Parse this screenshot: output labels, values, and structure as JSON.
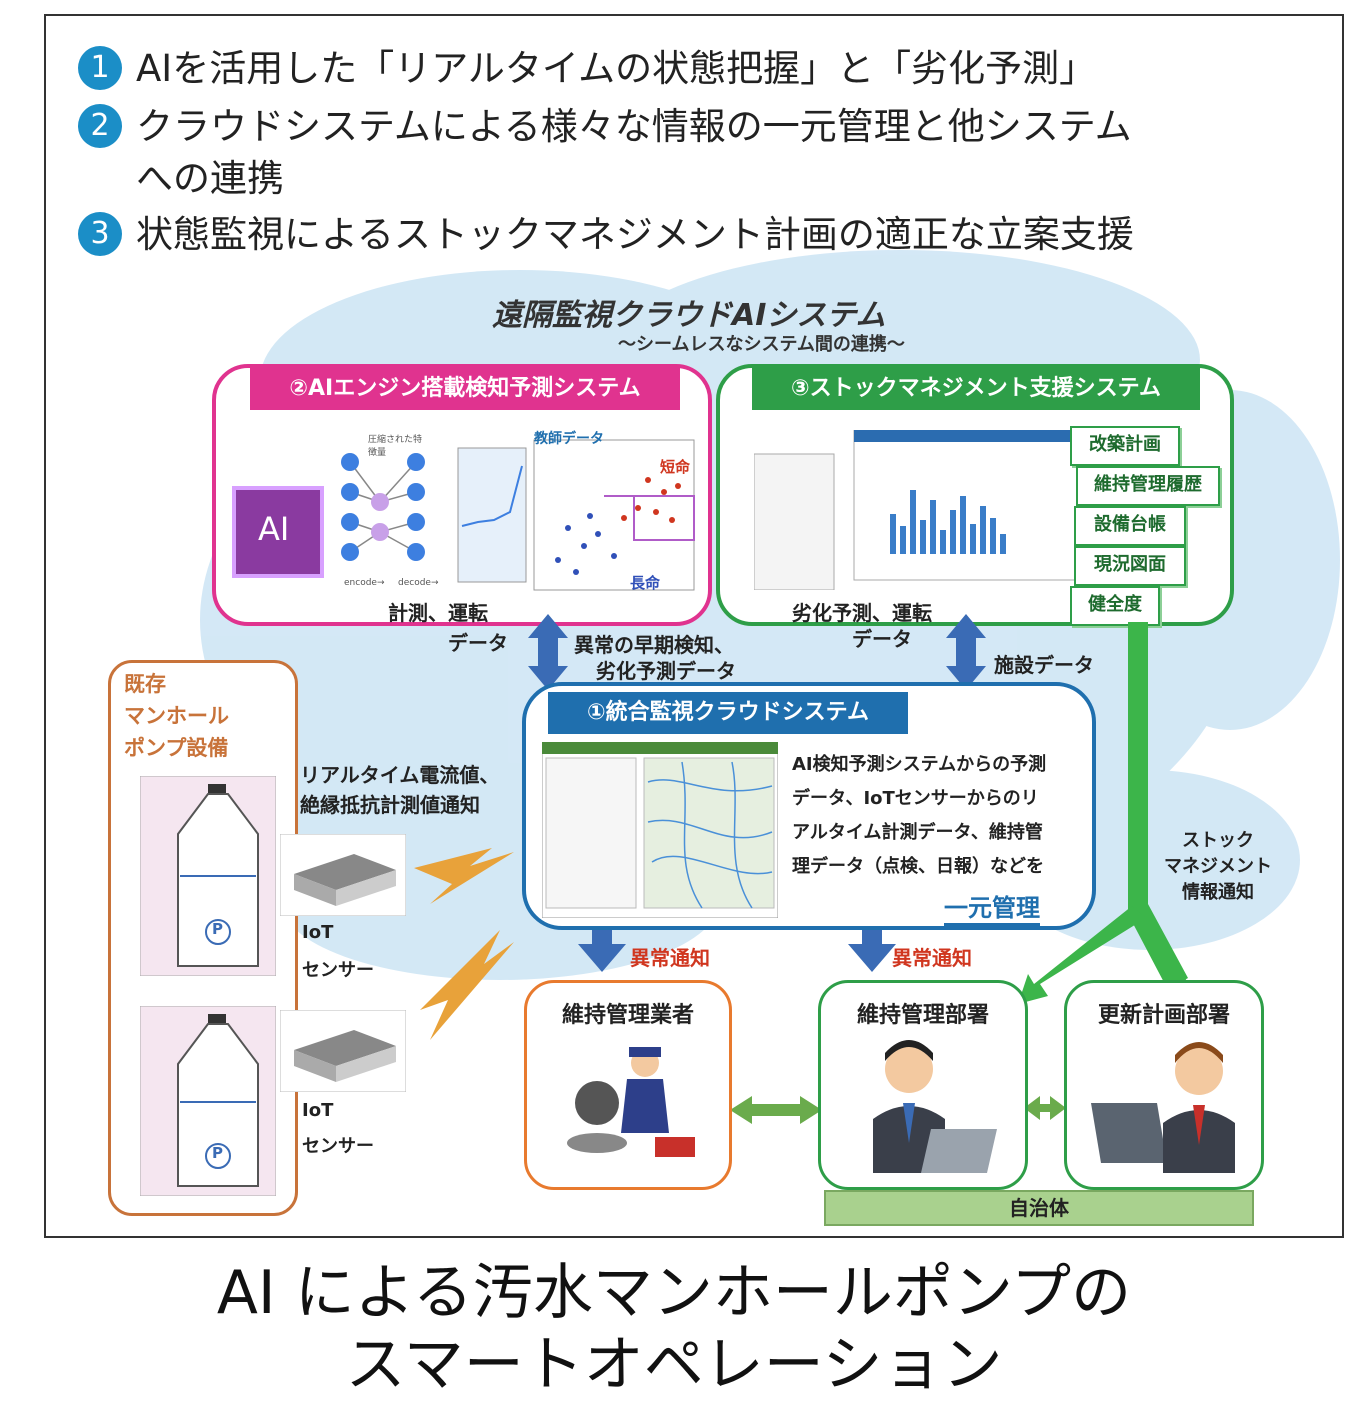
{
  "points": [
    {
      "num": "1",
      "text": "AIを活用した「リアルタイムの状態把握」と「劣化予測」"
    },
    {
      "num": "2",
      "text": "クラウドシステムによる様々な情報の一元管理と他システム"
    },
    {
      "num": "",
      "text": "への連携"
    },
    {
      "num": "3",
      "text": "状態監視によるストックマネジメント計画の適正な立案支援"
    }
  ],
  "cloud": {
    "title": "遠隔監視クラウドAIシステム",
    "subtitle": "～シームレスなシステム間の連携～"
  },
  "ai_system": {
    "header": "②AIエンジン搭載検知予測システム",
    "ai_label": "AI",
    "teacher_data": "教師データ",
    "short_life": "短命",
    "long_life": "長命",
    "compressed": "圧縮された特徴量",
    "encode": "encode→",
    "decode": "decode→"
  },
  "stock_system": {
    "header": "③ストックマネジメント支援システム",
    "tags": [
      "改築計画",
      "維持管理履歴",
      "設備台帳",
      "現況図面",
      "健全度"
    ]
  },
  "integrated": {
    "header": "①統合監視クラウドシステム",
    "desc": [
      "AI検知予測システムからの予測",
      "データ、IoTセンサーからのリ",
      "アルタイム計測データ、維持管",
      "理データ（点検、日報）などを"
    ],
    "unified": "一元管理"
  },
  "flows": {
    "measure1": "計測、運転",
    "measure2": "データ",
    "deg1": "劣化予測、運転",
    "deg2": "データ",
    "early1": "異常の早期検知、",
    "early2": "劣化予測データ",
    "facility": "施設データ",
    "realtime1": "リアルタイム電流値、",
    "realtime2": "絶縁抵抗計測値通知",
    "stock_notice": [
      "ストック",
      "マネジメント",
      "情報通知"
    ],
    "alert": "異常通知"
  },
  "existing": {
    "title": [
      "既存",
      "マンホール",
      "ポンプ設備"
    ],
    "pump": "P"
  },
  "iot": {
    "label1": "IoT",
    "label2": "センサー"
  },
  "actors": {
    "contractor": "維持管理業者",
    "maintenance": "維持管理部署",
    "renewal": "更新計画部署",
    "municipality": "自治体"
  },
  "footer": {
    "line1": "AI による汚水マンホールポンプの",
    "line2": "スマートオペレーション"
  },
  "colors": {
    "number_badge": "#1b8ec7",
    "ai_pink": "#e0338f",
    "stock_green": "#2e9e48",
    "cloud_blue": "#1f6fae",
    "arrow_blue": "#3a6bb5",
    "alert_red": "#d0361f",
    "existing_brown": "#c8733a",
    "municipality_green": "#a9d18e"
  }
}
